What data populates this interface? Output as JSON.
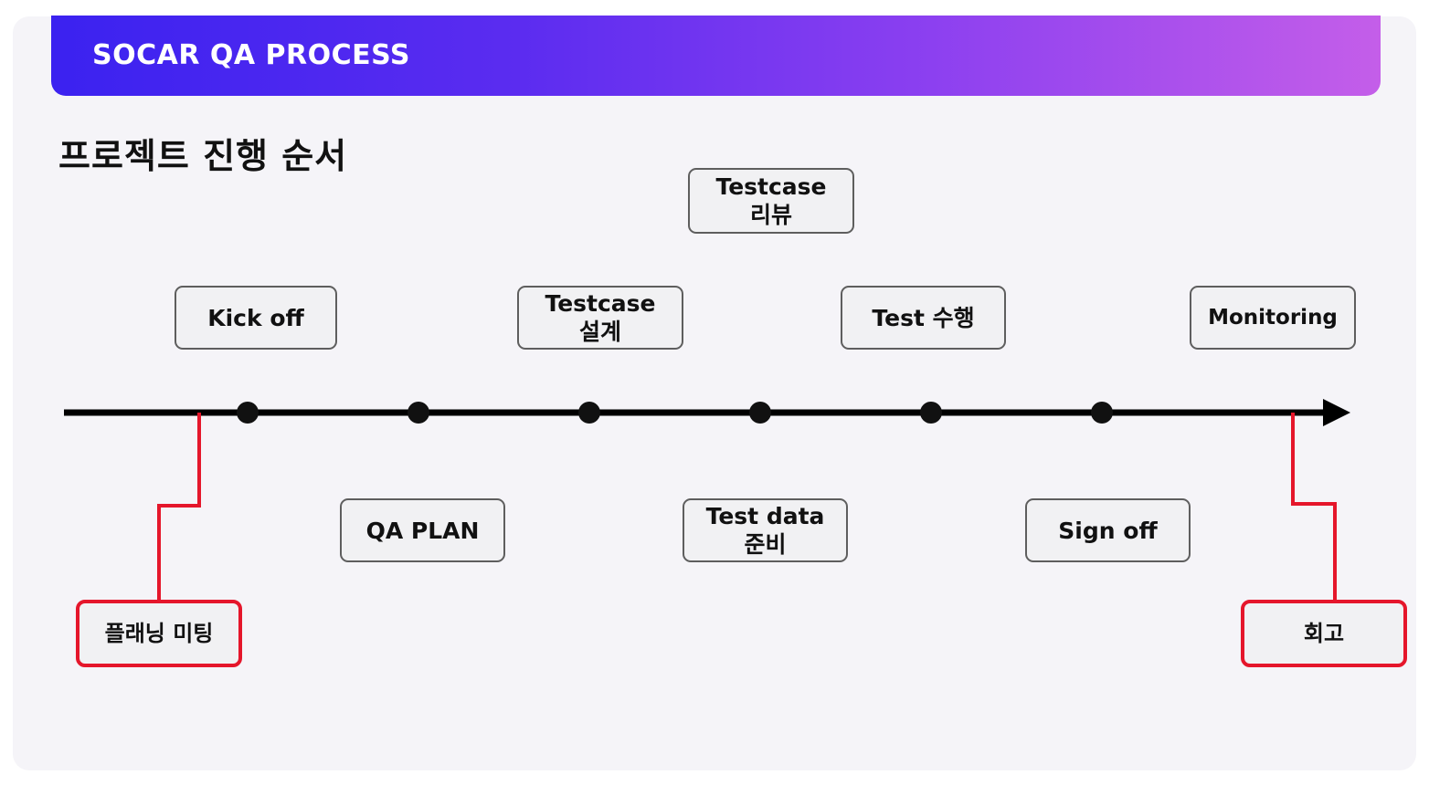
{
  "header": {
    "title": "SOCAR QA PROCESS"
  },
  "section_title": "프로젝트 진행 순서",
  "colors": {
    "timeline": "#000000",
    "highlight": "#e5162b",
    "header_start": "#3b22f0",
    "header_end": "#c45ee9"
  },
  "steps": {
    "kickoff": "Kick off",
    "qa_plan": "QA PLAN",
    "tc_design": "Testcase\n설계",
    "tc_review": "Testcase\n리뷰",
    "test_data": "Test data\n준비",
    "test_exec": "Test 수행",
    "sign_off": "Sign off",
    "monitoring": "Monitoring"
  },
  "callouts": {
    "planning": "플래닝 미팅",
    "retro": "회고"
  }
}
